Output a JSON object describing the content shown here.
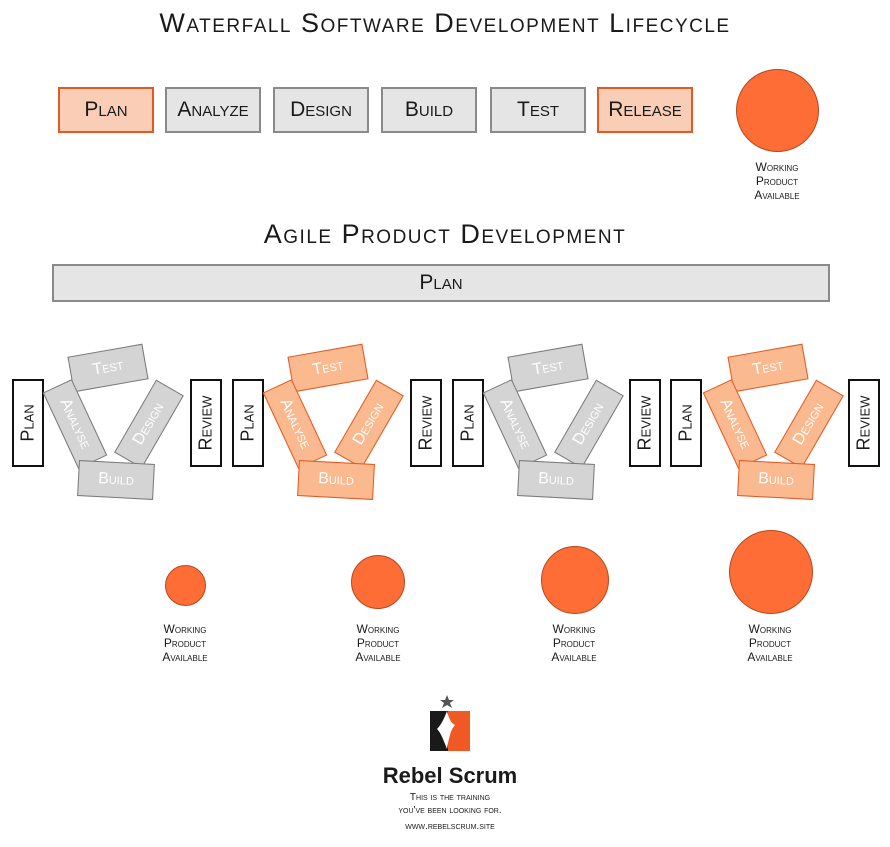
{
  "waterfall": {
    "title": "Waterfall Software Development Lifecycle",
    "steps": [
      {
        "label": "Plan",
        "highlight": true
      },
      {
        "label": "Analyze",
        "highlight": false
      },
      {
        "label": "Design",
        "highlight": false
      },
      {
        "label": "Build",
        "highlight": false
      },
      {
        "label": "Test",
        "highlight": false
      },
      {
        "label": "Release",
        "highlight": true
      }
    ],
    "result": [
      "Working",
      "Product",
      "Available"
    ]
  },
  "agile": {
    "title": "Agile Product Development",
    "plan_bar": "Plan",
    "iteration_start": "Plan",
    "iteration_end": "Review",
    "cycle_steps": {
      "test": "Test",
      "analyse": "Analyse",
      "design": "Design",
      "build": "Build"
    },
    "cycle_styles": [
      "gray",
      "orange",
      "gray",
      "orange"
    ],
    "result": [
      "Working",
      "Product",
      "Available"
    ]
  },
  "brand": {
    "name": "Rebel Scrum",
    "tagline_1": "This is the training",
    "tagline_2": "you've been looking for.",
    "url": "www.rebelscrum.site"
  },
  "colors": {
    "accent": "#ff6d36",
    "accent_light": "#f9cdb6",
    "neutral": "#e5e5e5"
  }
}
